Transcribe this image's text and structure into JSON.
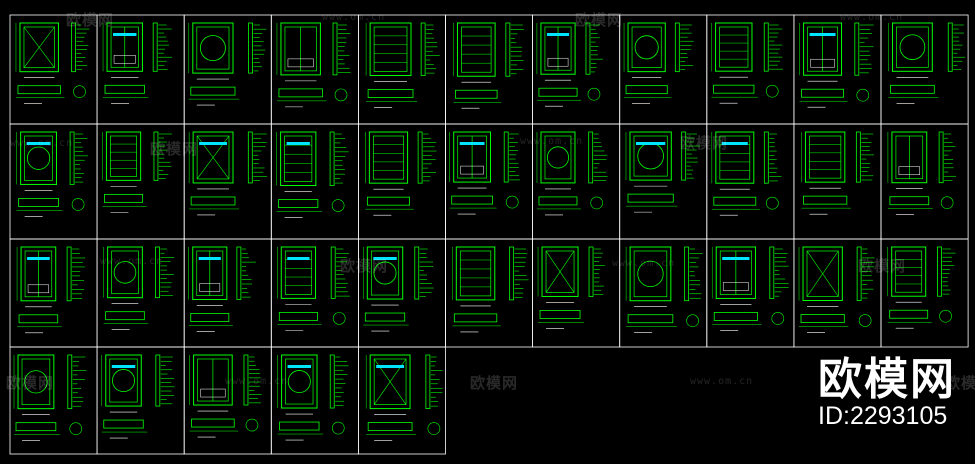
{
  "colors": {
    "background": "#000000",
    "frame_border": "#ffffff",
    "drawing_primary": "#00ff00",
    "drawing_secondary": "#00e5ff",
    "drawing_accent": "#ffffff"
  },
  "sheet_grid": {
    "rows": [
      11,
      11,
      11,
      5
    ]
  },
  "watermark": {
    "brand_text": "欧模网",
    "url_text": "www.om.cn",
    "id_text": "ID:2293105"
  }
}
